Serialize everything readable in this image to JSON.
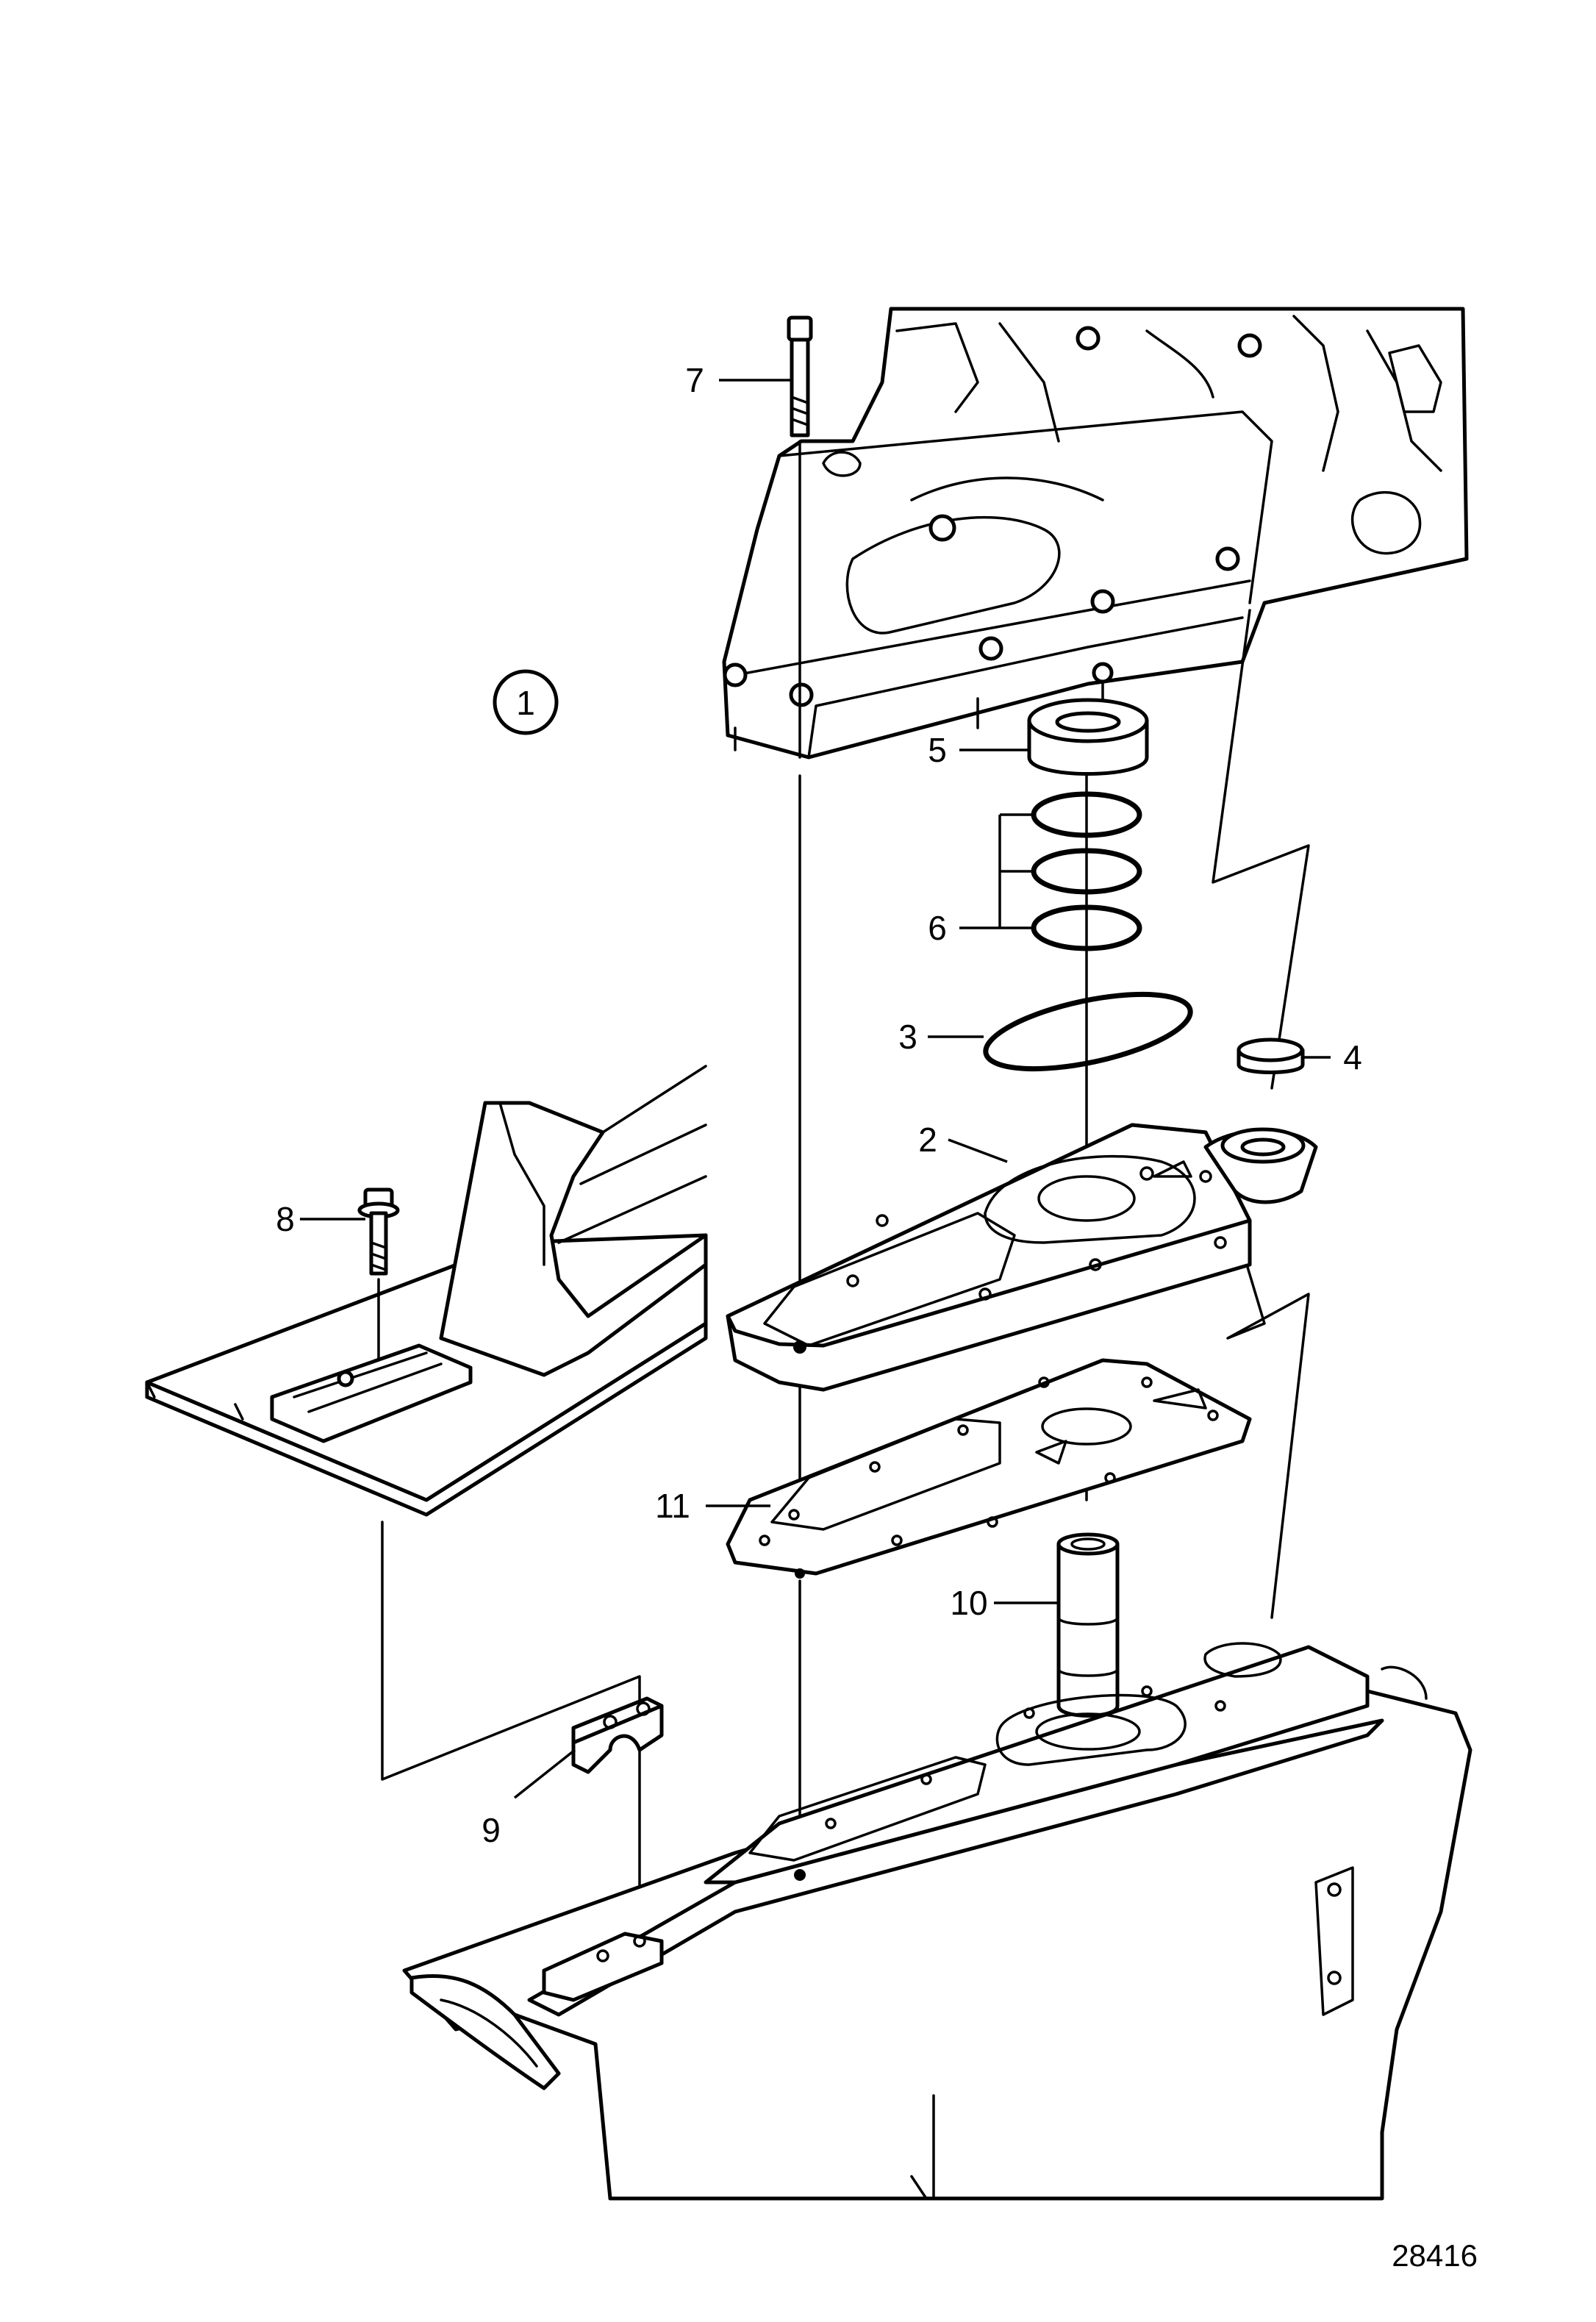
{
  "callouts": [
    {
      "id": "1",
      "label": "1"
    },
    {
      "id": "2",
      "label": "2"
    },
    {
      "id": "3",
      "label": "3"
    },
    {
      "id": "4",
      "label": "4"
    },
    {
      "id": "5",
      "label": "5"
    },
    {
      "id": "6",
      "label": "6"
    },
    {
      "id": "7",
      "label": "7"
    },
    {
      "id": "8",
      "label": "8"
    },
    {
      "id": "9",
      "label": "9"
    },
    {
      "id": "10",
      "label": "10"
    },
    {
      "id": "11",
      "label": "11"
    }
  ],
  "figure_number": "28416"
}
